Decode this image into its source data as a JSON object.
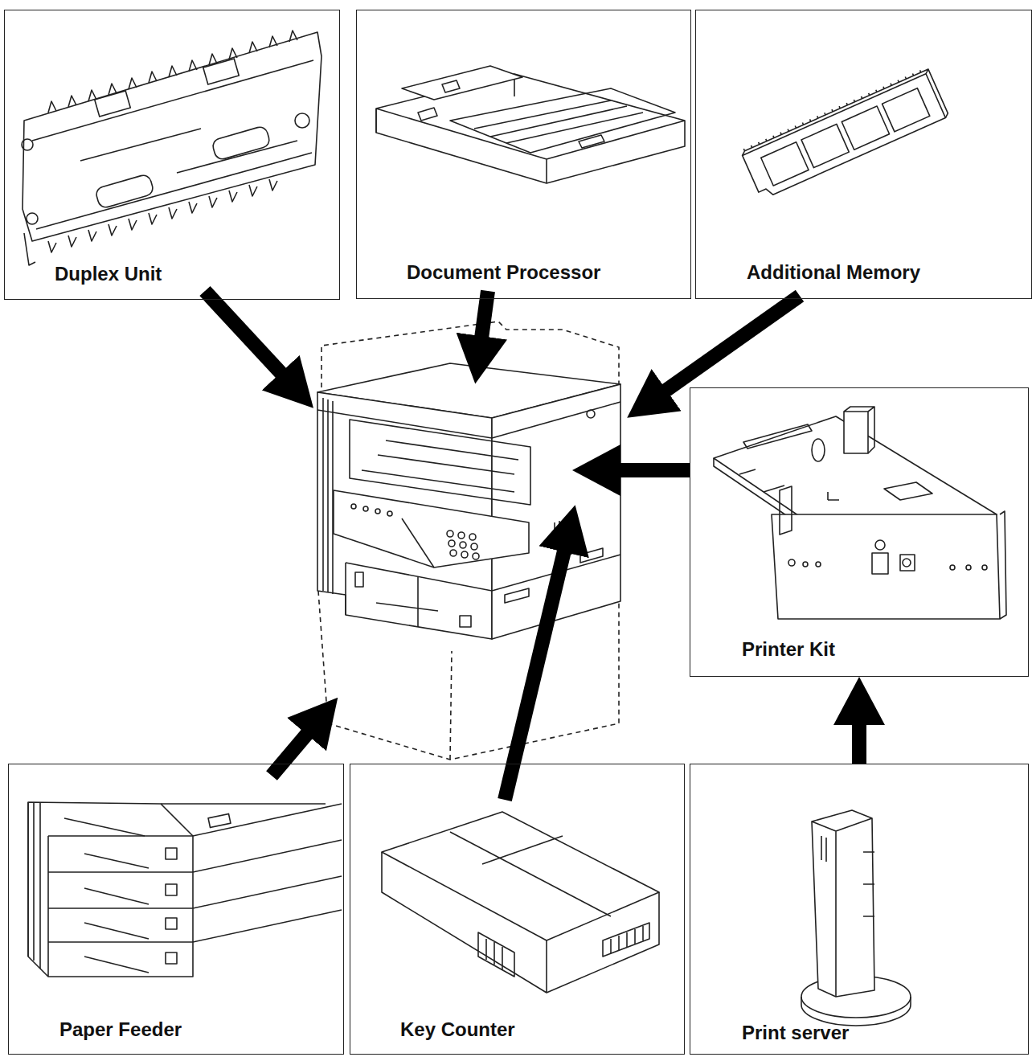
{
  "diagram": {
    "nodes": [
      {
        "text": [
          "Duplex Unit"
        ]
      },
      {
        "text": [
          "Document Processor"
        ]
      },
      {
        "text": [
          "Additional Memory"
        ]
      },
      {
        "text": [
          "Printer Kit"
        ]
      },
      {
        "text": [
          "Paper Feeder"
        ]
      },
      {
        "text": [
          "Key Counter"
        ]
      },
      {
        "text": [
          "Print server"
        ]
      }
    ],
    "edges": [
      {
        "from": 6,
        "to": 3,
        "arrow": "to"
      }
    ]
  }
}
